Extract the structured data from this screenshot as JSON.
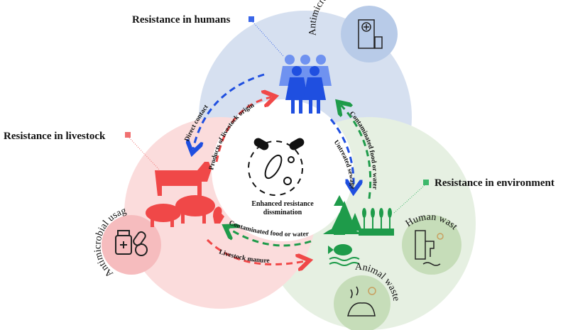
{
  "titles": {
    "humans": "Resistance in humans",
    "livestock": "Resistance in livestock",
    "environment": "Resistance in environment"
  },
  "center": {
    "line1": "Enhanced resistance",
    "line2": "dissmination"
  },
  "sources": {
    "human_usage": "Antimicrobial usage",
    "livestock_usage": "Antimicrobial usage",
    "human_waste": "Human waste",
    "animal_waste": "Animal waste"
  },
  "pathways": {
    "direct_contact": "Direct contact",
    "products": "Products of livestock origin",
    "sewage": "Untreated sewage",
    "food_water_humans": "Contaminated food or water",
    "food_water_livestock": "Contaminated food or water",
    "manure": "Livestock manure"
  },
  "colors": {
    "blue": "#1f4fe0",
    "red": "#f04848",
    "green": "#1e9b4a",
    "blue_bg": "#d6e0f0",
    "red_bg": "#fbdcdc",
    "green_bg": "#e6f0e2"
  }
}
